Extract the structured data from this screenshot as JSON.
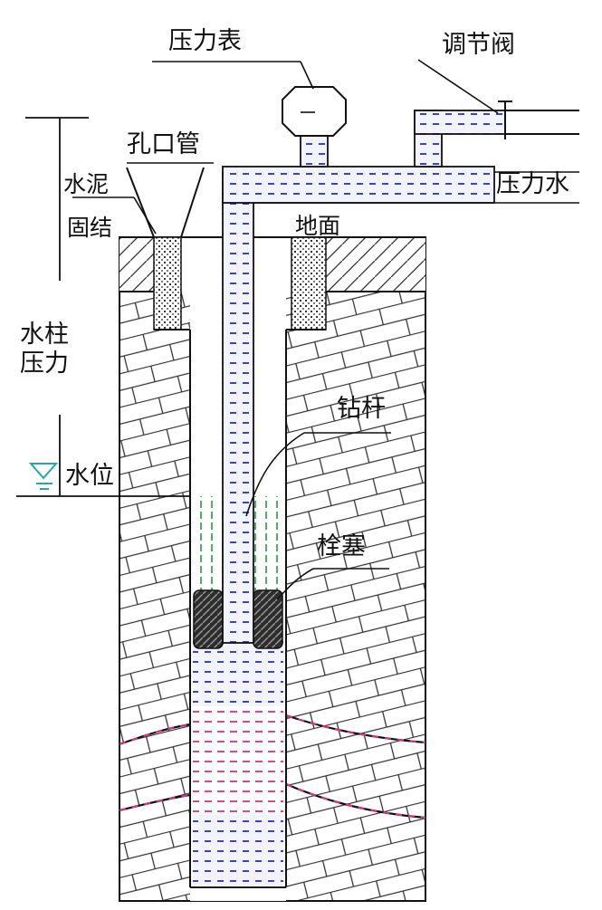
{
  "labels": {
    "pressure_gauge": "压力表",
    "control_valve": "调节阀",
    "casing_pipe": "孔口管",
    "cement": "水泥",
    "grouting": "固结",
    "pressure_water": "压力水",
    "ground": "地面",
    "water_column_pressure_1": "水柱",
    "water_column_pressure_2": "压力",
    "drill_rod": "钻杆",
    "water_level": "水位",
    "packer": "栓塞"
  },
  "colors": {
    "line": "#111111",
    "water": "#2b33a8",
    "water_fill": "#f2f3fc",
    "sealed_section": "#2a9a46",
    "test_section": "#d63384",
    "packer": "#2e2e2e"
  }
}
